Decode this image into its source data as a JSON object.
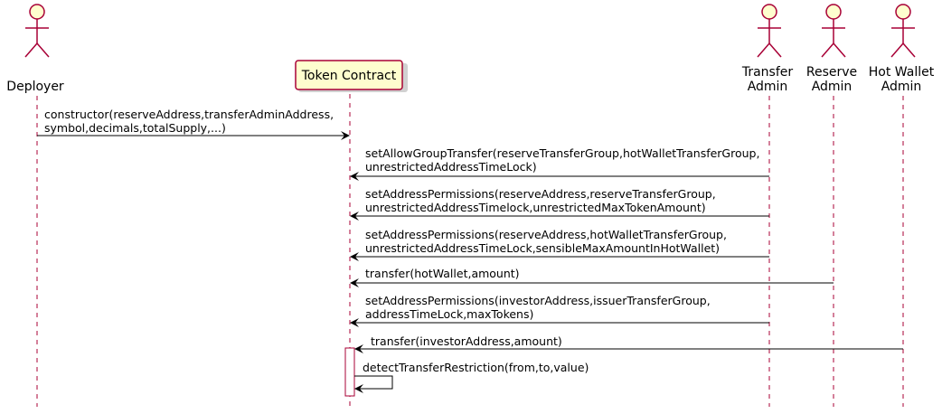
{
  "colors": {
    "actor_fill": "#FEFECE",
    "actor_stroke": "#A80036",
    "lifeline": "#A80036",
    "arrow": "#000000",
    "activation_fill": "#FFFFFF"
  },
  "participants": {
    "deployer": {
      "label": "Deployer",
      "kind": "actor"
    },
    "token_contract": {
      "label": "Token Contract",
      "kind": "participant"
    },
    "transfer_admin": {
      "line1": "Transfer",
      "line2": "Admin",
      "kind": "actor"
    },
    "reserve_admin": {
      "line1": "Reserve",
      "line2": "Admin",
      "kind": "actor"
    },
    "hot_wallet_admin": {
      "line1": "Hot Wallet",
      "line2": "Admin",
      "kind": "actor"
    }
  },
  "messages": [
    {
      "from": "deployer",
      "to": "token_contract",
      "line1": "constructor(reserveAddress,transferAdminAddress,",
      "line2": "symbol,decimals,totalSupply,...)"
    },
    {
      "from": "transfer_admin",
      "to": "token_contract",
      "line1": "setAllowGroupTransfer(reserveTransferGroup,hotWalletTransferGroup,",
      "line2": "unrestrictedAddressTimeLock)"
    },
    {
      "from": "transfer_admin",
      "to": "token_contract",
      "line1": "setAddressPermissions(reserveAddress,reserveTransferGroup,",
      "line2": "unrestrictedAddressTimelock,unrestrictedMaxTokenAmount)"
    },
    {
      "from": "transfer_admin",
      "to": "token_contract",
      "line1": "setAddressPermissions(reserveAddress,hotWalletTransferGroup,",
      "line2": "unrestrictedAddressTimeLock,sensibleMaxAmountInHotWallet)"
    },
    {
      "from": "reserve_admin",
      "to": "token_contract",
      "line1": "transfer(hotWallet,amount)",
      "line2": ""
    },
    {
      "from": "transfer_admin",
      "to": "token_contract",
      "line1": "setAddressPermissions(investorAddress,issuerTransferGroup,",
      "line2": "addressTimeLock,maxTokens)"
    },
    {
      "from": "hot_wallet_admin",
      "to": "token_contract",
      "line1": "transfer(investorAddress,amount)",
      "line2": ""
    },
    {
      "from": "token_contract",
      "to": "token_contract",
      "line1": "detectTransferRestriction(from,to,value)",
      "line2": ""
    }
  ]
}
